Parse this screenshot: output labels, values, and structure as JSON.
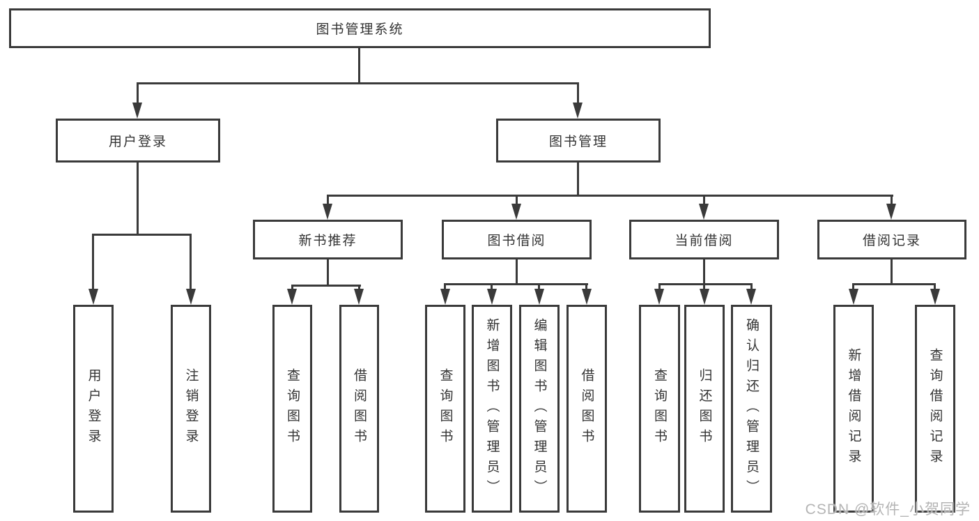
{
  "diagram": {
    "root": {
      "label": "图书管理系统"
    },
    "user_login": {
      "label": "用户登录",
      "children": [
        "用户登录",
        "注销登录"
      ]
    },
    "book_management": {
      "label": "图书管理",
      "sections": {
        "new_book_recommend": {
          "label": "新书推荐",
          "children": [
            "查询图书",
            "借阅图书"
          ]
        },
        "book_borrowing": {
          "label": "图书借阅",
          "children": [
            "查询图书",
            "新增图书（管理员）",
            "编辑图书（管理员）",
            "借阅图书"
          ]
        },
        "current_borrowing": {
          "label": "当前借阅",
          "children": [
            "查询图书",
            "归还图书",
            "确认归还（管理员）"
          ]
        },
        "borrowing_records": {
          "label": "借阅记录",
          "children": [
            "新增借阅记录",
            "查询借阅记录"
          ]
        }
      }
    }
  },
  "watermark": {
    "text": "CSDN @软件_小贺同学"
  },
  "colors": {
    "line": "#3a3a3a",
    "box_border": "#3a3a3a",
    "text": "#333333",
    "box_fill": "#ffffff",
    "background": "#ffffff",
    "watermark": "#b4b4b4"
  }
}
